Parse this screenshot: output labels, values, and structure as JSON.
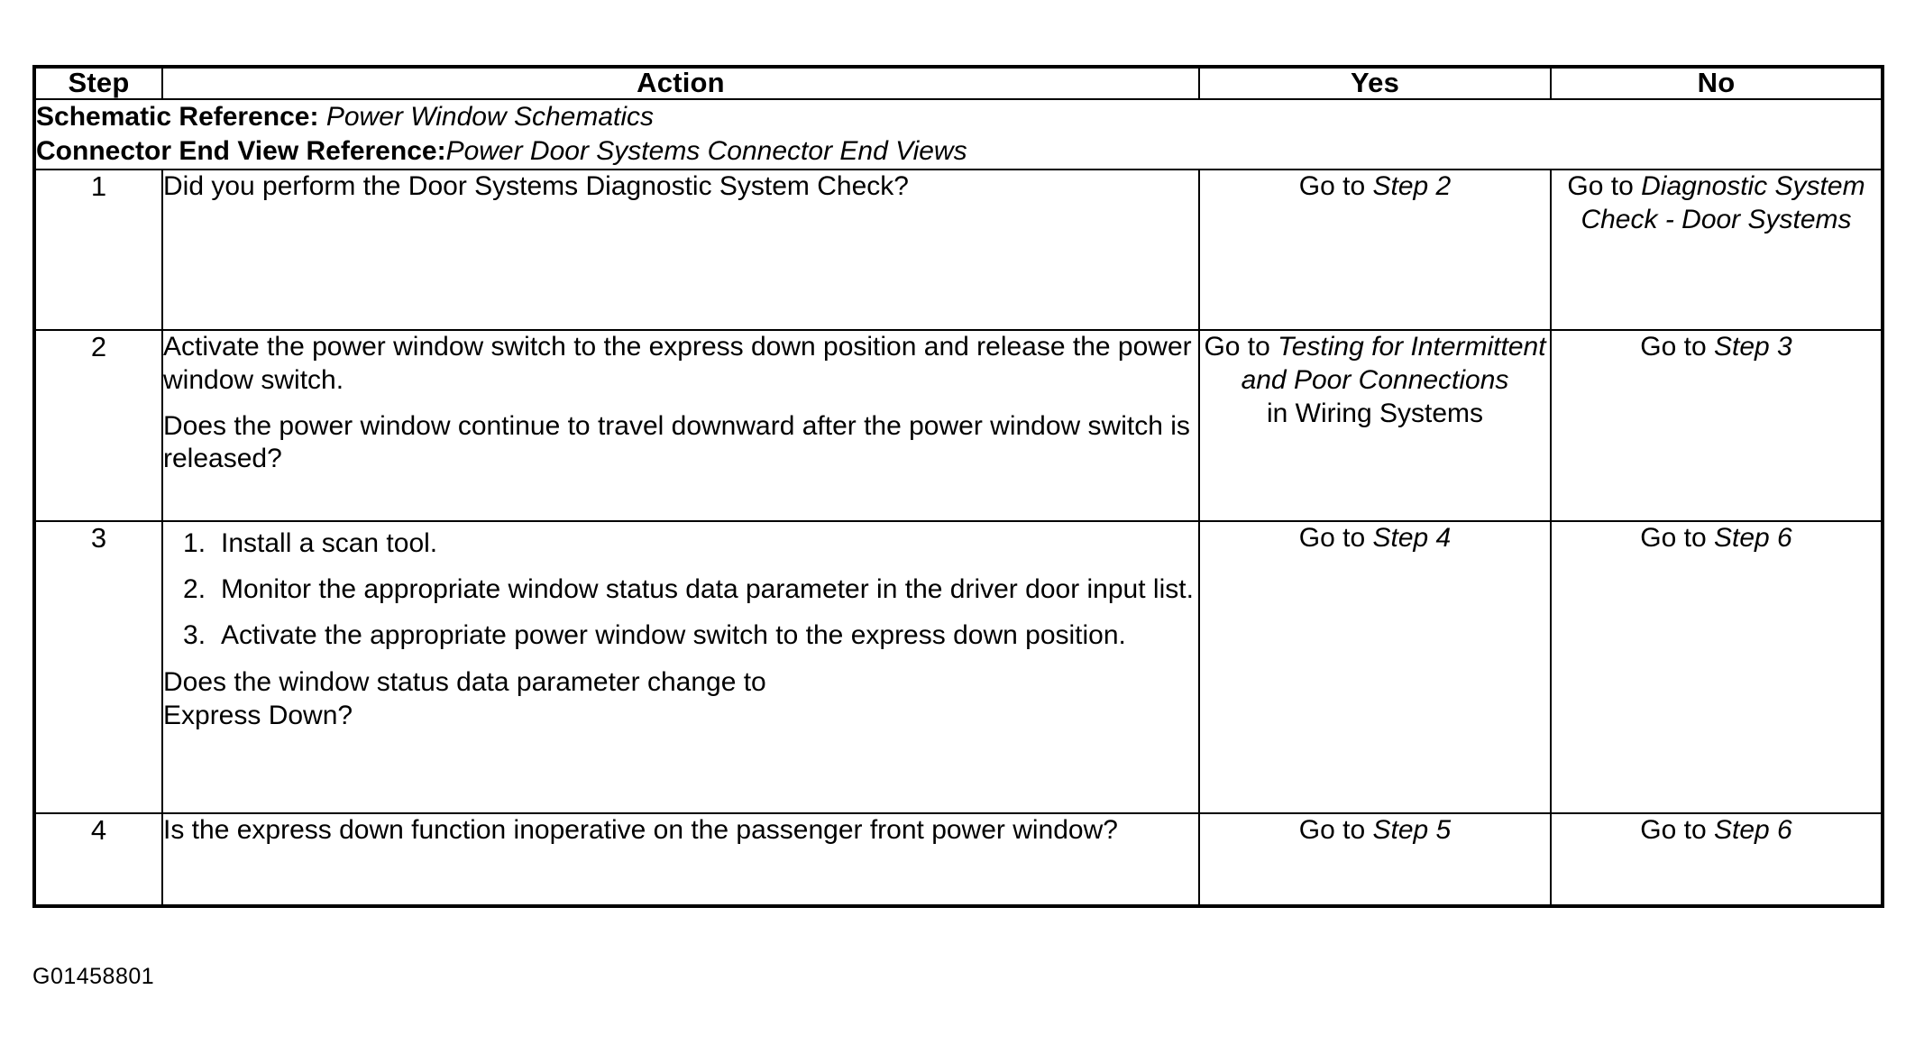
{
  "document": {
    "figure_code": "G01458801"
  },
  "table": {
    "columns": [
      {
        "key": "step",
        "label": "Step"
      },
      {
        "key": "action",
        "label": "Action"
      },
      {
        "key": "yes",
        "label": "Yes"
      },
      {
        "key": "no",
        "label": "No"
      }
    ],
    "reference_block": {
      "schematic_label": "Schematic Reference:",
      "schematic_value": "Power Window Schematics",
      "connector_label": "Connector End View Reference:",
      "connector_value": "Power Door Systems Connector End Views"
    },
    "rows": [
      {
        "step": "1",
        "action": {
          "paragraphs": [
            "Did you perform the Door Systems Diagnostic System Check?"
          ],
          "list": [],
          "question": ""
        },
        "yes": {
          "prefix": "Go to ",
          "italic": "Step 2",
          "suffix": "",
          "extra": ""
        },
        "no": {
          "prefix": "Go to ",
          "italic": "Diagnostic System Check - Door Systems",
          "suffix": "",
          "extra": ""
        }
      },
      {
        "step": "2",
        "action": {
          "paragraphs": [
            "Activate the power window switch to the express down position and release the power window switch."
          ],
          "list": [],
          "question": "Does the power window continue to travel downward after the power window switch is released?"
        },
        "yes": {
          "prefix": "Go to ",
          "italic": "Testing for Intermittent and Poor Connections",
          "suffix": "",
          "extra": "in Wiring Systems"
        },
        "no": {
          "prefix": "Go to ",
          "italic": "Step 3",
          "suffix": "",
          "extra": ""
        }
      },
      {
        "step": "3",
        "action": {
          "paragraphs": [],
          "list": [
            "Install a scan tool.",
            "Monitor the appropriate window status data parameter in the driver door input list.",
            "Activate the appropriate power window switch to the express down position."
          ],
          "question": "Does the window status data parameter change to\nExpress Down?"
        },
        "yes": {
          "prefix": "Go to ",
          "italic": "Step 4",
          "suffix": "",
          "extra": ""
        },
        "no": {
          "prefix": "Go to ",
          "italic": "Step 6",
          "suffix": "",
          "extra": ""
        }
      },
      {
        "step": "4",
        "action": {
          "paragraphs": [],
          "list": [],
          "question": "Is the express down function inoperative on the passenger front power window?"
        },
        "yes": {
          "prefix": "Go to ",
          "italic": "Step 5",
          "suffix": "",
          "extra": ""
        },
        "no": {
          "prefix": "Go to ",
          "italic": "Step 6",
          "suffix": "",
          "extra": ""
        }
      }
    ]
  },
  "colors": {
    "ink": "#000000",
    "paper": "#ffffff"
  }
}
